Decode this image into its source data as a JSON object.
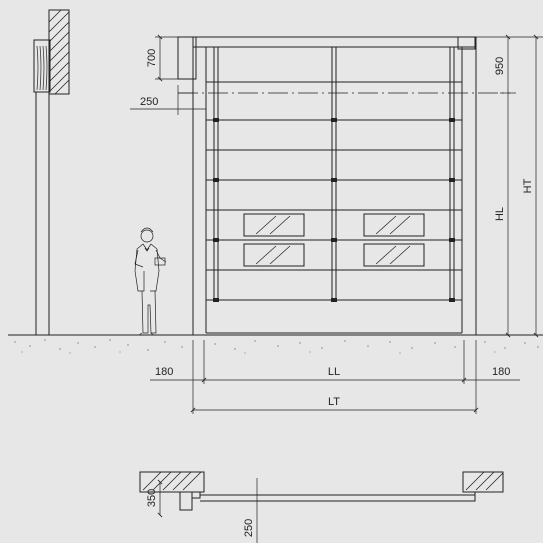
{
  "elevation": {
    "dimensions": {
      "header_height": "700",
      "offset_950": "950",
      "side_250": "250",
      "clear_height": "HL",
      "total_height": "HT",
      "clear_width": "LL",
      "total_width": "LT",
      "side_left": "180",
      "side_right": "180"
    }
  },
  "plan": {
    "dimensions": {
      "depth_350": "350",
      "clearance_250": "250"
    }
  },
  "colors": {
    "background": "#e7e7e7",
    "line": "#222222"
  }
}
